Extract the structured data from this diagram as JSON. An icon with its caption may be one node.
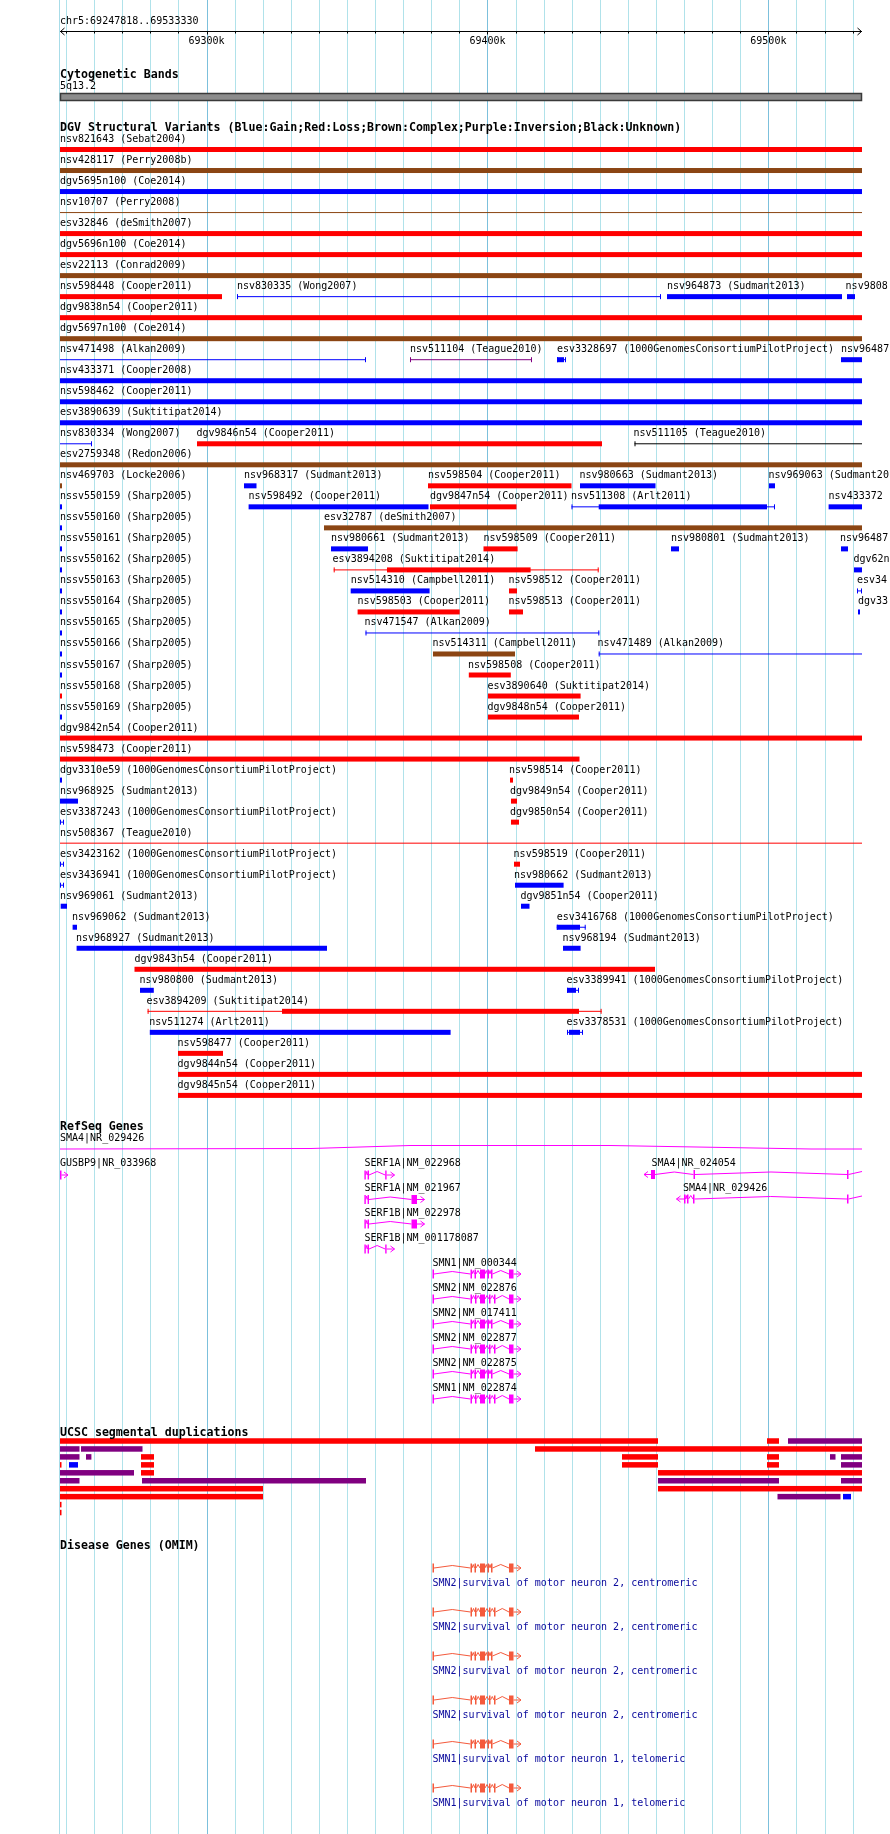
{
  "diagram": {
    "labels": [
      "chr5:69247818..69533330",
      "69300k",
      "69400k",
      "69500k",
      "Cytogenetic Bands",
      "5q13.2",
      "DGV Structural Variants (Blue:Gain;Red:Loss;Brown:Complex;Purple:Inversion;Black:Unknown)",
      "nsv821643 (Sebat2004)",
      "nsv428117 (Perry2008b)",
      "dgv5695n100 (Coe2014)",
      "nsv10707 (Perry2008)",
      "esv32846 (deSmith2007)",
      "dgv5696n100 (Coe2014)",
      "esv22113 (Conrad2009)",
      "nsv598448 (Cooper2011)",
      "nsv830335 (Wong2007)",
      "nsv964873 (Sudmant2013)",
      "nsv9808",
      "dgv9838n54 (Cooper2011)",
      "dgv5697n100 (Coe2014)",
      "nsv471498 (Alkan2009)",
      "nsv511104 (Teague2010)",
      "esv3328697 (1000GenomesConsortiumPilotProject)",
      "nsv96487",
      "nsv433371 (Cooper2008)",
      "nsv598462 (Cooper2011)",
      "esv3890639 (Suktitipat2014)",
      "nsv830334 (Wong2007)",
      "dgv9846n54 (Cooper2011)",
      "nsv511105 (Teague2010)",
      "esv2759348 (Redon2006)",
      "nsv469703 (Locke2006)",
      "nsv968317 (Sudmant2013)",
      "nsv598504 (Cooper2011)",
      "nsv980663 (Sudmant2013)",
      "nsv969063 (Sudmant20",
      "nssv550159 (Sharp2005)",
      "nsv598492 (Cooper2011)",
      "dgv9847n54 (Cooper2011)",
      "nsv511308 (Arlt2011)",
      "nsv433372",
      "nssv550160 (Sharp2005)",
      "esv32787 (deSmith2007)",
      "nssv550161 (Sharp2005)",
      "nsv980661 (Sudmant2013)",
      "nsv598509 (Cooper2011)",
      "nsv980801 (Sudmant2013)",
      "nsv96487",
      "nssv550162 (Sharp2005)",
      "esv3894208 (Suktitipat2014)",
      "dgv62n",
      "nssv550163 (Sharp2005)",
      "nsv514310 (Campbell2011)",
      "nsv598512 (Cooper2011)",
      "esv34",
      "nssv550164 (Sharp2005)",
      "nsv598503 (Cooper2011)",
      "nsv598513 (Cooper2011)",
      "dgv33",
      "nssv550165 (Sharp2005)",
      "nsv471547 (Alkan2009)",
      "nssv550166 (Sharp2005)",
      "nsv514311 (Campbell2011)",
      "nsv471489 (Alkan2009)",
      "nssv550167 (Sharp2005)",
      "nsv598508 (Cooper2011)",
      "nssv550168 (Sharp2005)",
      "esv3890640 (Suktitipat2014)",
      "nssv550169 (Sharp2005)",
      "dgv9848n54 (Cooper2011)",
      "dgv9842n54 (Cooper2011)",
      "nsv598473 (Cooper2011)",
      "dgv3310e59 (1000GenomesConsortiumPilotProject)",
      "nsv598514 (Cooper2011)",
      "nsv968925 (Sudmant2013)",
      "dgv9849n54 (Cooper2011)",
      "esv3387243 (1000GenomesConsortiumPilotProject)",
      "dgv9850n54 (Cooper2011)",
      "nsv508367 (Teague2010)",
      "esv3423162 (1000GenomesConsortiumPilotProject)",
      "nsv598519 (Cooper2011)",
      "esv3436941 (1000GenomesConsortiumPilotProject)",
      "nsv980662 (Sudmant2013)",
      "nsv969061 (Sudmant2013)",
      "dgv9851n54 (Cooper2011)",
      "nsv969062 (Sudmant2013)",
      "esv3416768 (1000GenomesConsortiumPilotProject)",
      "nsv968927 (Sudmant2013)",
      "nsv968194 (Sudmant2013)",
      "dgv9843n54 (Cooper2011)",
      "nsv980800 (Sudmant2013)",
      "esv3389941 (1000GenomesConsortiumPilotProject)",
      "esv3894209 (Suktitipat2014)",
      "nsv511274 (Arlt2011)",
      "esv3378531 (1000GenomesConsortiumPilotProject)",
      "nsv598477 (Cooper2011)",
      "dgv9844n54 (Cooper2011)",
      "dgv9845n54 (Cooper2011)",
      "RefSeq Genes",
      "SMA4|NR_029426",
      "GUSBP9|NR_033968",
      "SERF1A|NM_022968",
      "SMA4|NR_024054",
      "SERF1A|NM_021967",
      "SMA4|NR_029426",
      "SERF1B|NM_022978",
      "SERF1B|NM_001178087",
      "SMN1|NM_000344",
      "SMN2|NM_022876",
      "SMN2|NM_017411",
      "SMN2|NM_022877",
      "SMN2|NM_022875",
      "SMN1|NM_022874",
      "UCSC segmental duplications",
      "Disease Genes (OMIM)",
      "SMN2|survival of motor neuron 2, centromeric",
      "SMN2|survival of motor neuron 2, centromeric",
      "SMN2|survival of motor neuron 2, centromeric",
      "SMN2|survival of motor neuron 2, centromeric",
      "SMN1|survival of motor neuron 1, telomeric",
      "SMN1|survival of motor neuron 1, telomeric"
    ]
  }
}
